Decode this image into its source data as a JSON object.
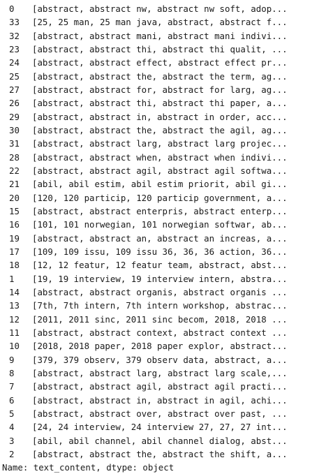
{
  "series": {
    "rows": [
      {
        "index": "0",
        "value": "[abstract, abstract nw, abstract nw soft, adop..."
      },
      {
        "index": "33",
        "value": "[25, 25 man, 25 man java, abstract, abstract f..."
      },
      {
        "index": "32",
        "value": "[abstract, abstract mani, abstract mani indivi..."
      },
      {
        "index": "23",
        "value": "[abstract, abstract thi, abstract thi qualit, ..."
      },
      {
        "index": "24",
        "value": "[abstract, abstract effect, abstract effect pr..."
      },
      {
        "index": "25",
        "value": "[abstract, abstract the, abstract the term, ag..."
      },
      {
        "index": "27",
        "value": "[abstract, abstract for, abstract for larg, ag..."
      },
      {
        "index": "26",
        "value": "[abstract, abstract thi, abstract thi paper, a..."
      },
      {
        "index": "29",
        "value": "[abstract, abstract in, abstract in order, acc..."
      },
      {
        "index": "30",
        "value": "[abstract, abstract the, abstract the agil, ag..."
      },
      {
        "index": "31",
        "value": "[abstract, abstract larg, abstract larg projec..."
      },
      {
        "index": "28",
        "value": "[abstract, abstract when, abstract when indivi..."
      },
      {
        "index": "22",
        "value": "[abstract, abstract agil, abstract agil softwa..."
      },
      {
        "index": "21",
        "value": "[abil, abil estim, abil estim priorit, abil gi..."
      },
      {
        "index": "20",
        "value": "[120, 120 particip, 120 particip government, a..."
      },
      {
        "index": "15",
        "value": "[abstract, abstract enterpris, abstract enterp..."
      },
      {
        "index": "16",
        "value": "[101, 101 norwegian, 101 norwegian softwar, ab..."
      },
      {
        "index": "19",
        "value": "[abstract, abstract an, abstract an increas, a..."
      },
      {
        "index": "17",
        "value": "[109, 109 issu, 109 issu 36, 36, 36 action, 36..."
      },
      {
        "index": "18",
        "value": "[12, 12 featur, 12 featur team, abstract, abst..."
      },
      {
        "index": "1",
        "value": "[19, 19 interview, 19 interview intern, abstra..."
      },
      {
        "index": "14",
        "value": "[abstract, abstract organis, abstract organis ..."
      },
      {
        "index": "13",
        "value": "[7th, 7th intern, 7th intern workshop, abstrac..."
      },
      {
        "index": "12",
        "value": "[2011, 2011 sinc, 2011 sinc becom, 2018, 2018 ..."
      },
      {
        "index": "11",
        "value": "[abstract, abstract context, abstract context ..."
      },
      {
        "index": "10",
        "value": "[2018, 2018 paper, 2018 paper explor, abstract..."
      },
      {
        "index": "9",
        "value": "[379, 379 observ, 379 observ data, abstract, a..."
      },
      {
        "index": "8",
        "value": "[abstract, abstract larg, abstract larg scale,..."
      },
      {
        "index": "7",
        "value": "[abstract, abstract agil, abstract agil practi..."
      },
      {
        "index": "6",
        "value": "[abstract, abstract in, abstract in agil, achi..."
      },
      {
        "index": "5",
        "value": "[abstract, abstract over, abstract over past, ..."
      },
      {
        "index": "4",
        "value": "[24, 24 interview, 24 interview 27, 27, 27 int..."
      },
      {
        "index": "3",
        "value": "[abil, abil channel, abil channel dialog, abst..."
      },
      {
        "index": "2",
        "value": "[abstract, abstract the, abstract the shift, a..."
      }
    ],
    "footer": "Name: text_content, dtype: object"
  }
}
